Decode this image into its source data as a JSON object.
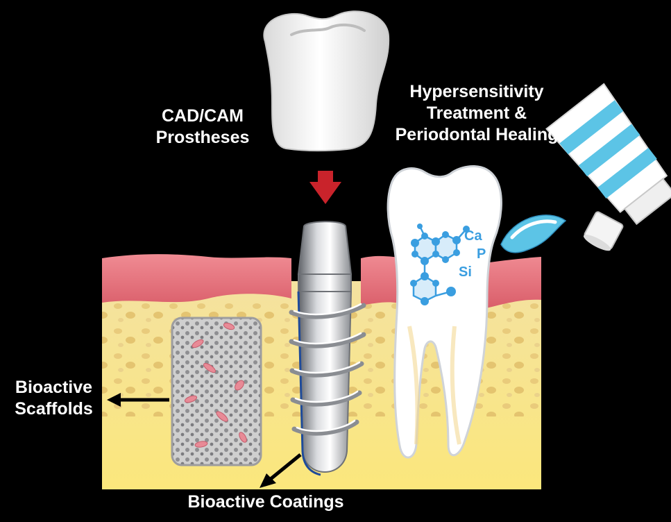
{
  "labels": {
    "cadcam": [
      "CAD/CAM",
      "Prostheses"
    ],
    "hypersensitivity": [
      "Hypersensitivity",
      "Treatment &",
      "Periodontal Healing"
    ],
    "scaffolds": [
      "Bioactive",
      "Scaffolds"
    ],
    "coatings": "Bioactive Coatings"
  },
  "elements": {
    "ca": "Ca",
    "p": "P",
    "si": "Si"
  },
  "colors": {
    "background": "#000000",
    "gum": "#e8727c",
    "bone": "#f6e39a",
    "arrow_red": "#c9232b",
    "molecule_blue": "#3a9ee0",
    "toothpaste_blue": "#5cc4e6",
    "implant_gray": "#b9bcc0",
    "scaffold_gray": "#a9a9ab",
    "cell_pink": "#e88a96"
  },
  "icons": [
    "crown-icon",
    "implant-icon",
    "tooth-icon",
    "toothpaste-tube-icon",
    "scaffold-icon",
    "down-arrow-icon"
  ]
}
